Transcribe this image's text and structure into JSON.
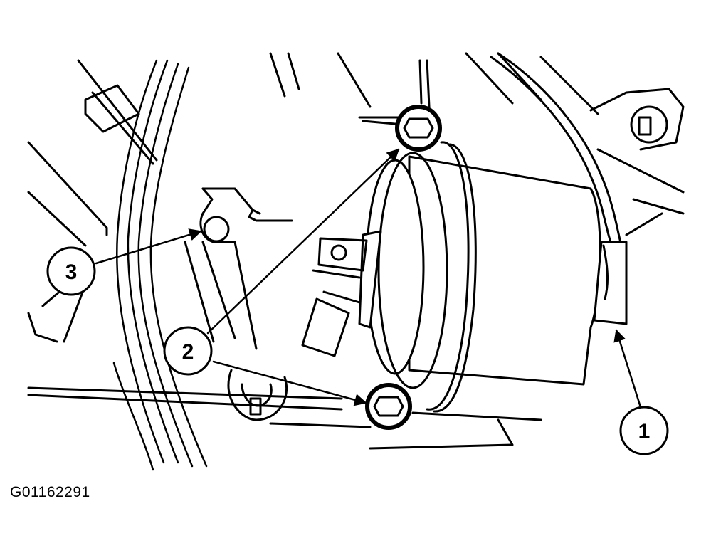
{
  "figure_id": "G01162291",
  "callouts": [
    {
      "number": "1"
    },
    {
      "number": "2"
    },
    {
      "number": "3"
    }
  ],
  "colors": {
    "line": "#000000",
    "background": "#ffffff"
  }
}
